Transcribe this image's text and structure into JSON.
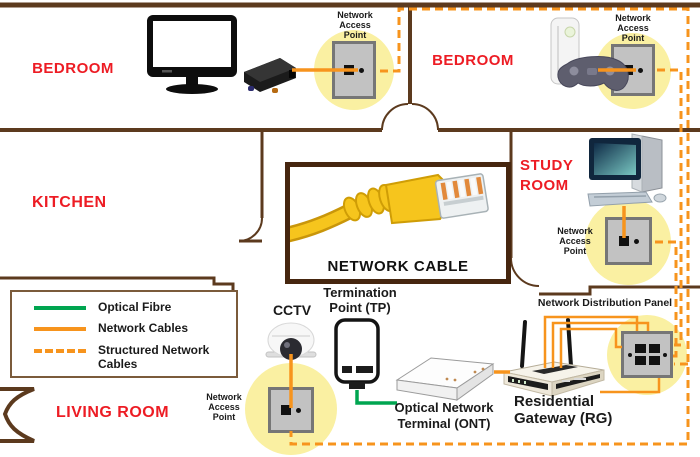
{
  "colors": {
    "wall_brown": "#5C3A1E",
    "frame_brown": "#46260F",
    "network_cable_orange": "#F7941D",
    "optical_fibre_green": "#00A550",
    "room_label_red": "#ED1C24",
    "access_point_highlight_yellow": "#FAF0A2",
    "wall_plate_gray": "#C2C2C2"
  },
  "rooms": {
    "bedroom_left": "BEDROOM",
    "bedroom_right": "BEDROOM",
    "kitchen": "KITCHEN",
    "study_room": "STUDY\nROOM",
    "living_room": "LIVING ROOM"
  },
  "labels": {
    "network_access_point": "Network\nAccess\nPoint",
    "network_cable": "NETWORK CABLE",
    "cctv": "CCTV",
    "termination_point": "Termination\nPoint (TP)",
    "optical_network_terminal": "Optical Network\nTerminal (ONT)",
    "residential_gateway": "Residential\nGateway (RG)",
    "network_distribution_panel": "Network Distribution Panel"
  },
  "legend": {
    "items": [
      {
        "label": "Optical Fibre",
        "line_color": "#00A550",
        "line_style": "solid"
      },
      {
        "label": "Network Cables",
        "line_color": "#F7941D",
        "line_style": "solid"
      },
      {
        "label": "Structured Network\nCables",
        "line_color": "#F7941D",
        "line_style": "dashed"
      }
    ]
  }
}
